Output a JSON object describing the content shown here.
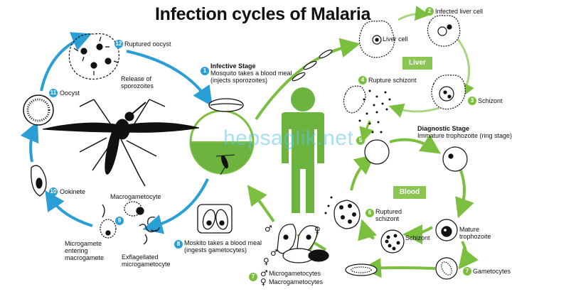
{
  "title": "Infection cycles of Malaria",
  "watermark": "hepsaglik.net",
  "regions": {
    "liver": "Liver",
    "blood": "Blood"
  },
  "colors": {
    "mosquito_cycle": "#2a9fd6",
    "human_cycle": "#7bbf3f",
    "human_figure": "#6db33f",
    "region_tag": "#8bc653"
  },
  "steps": [
    {
      "number": "1",
      "heading": "Infective Stage",
      "text": [
        "Mosquito takes a blood meal",
        "(injects sporozoites)"
      ]
    },
    {
      "number": "2",
      "text": [
        "Infected liver cell"
      ]
    },
    {
      "number": "3",
      "text": [
        "Schizont"
      ]
    },
    {
      "number": "4",
      "text": [
        "Rupture schizont"
      ]
    },
    {
      "number": "5",
      "heading": "Diagnostic Stage",
      "text": [
        "Immature trophozoite (ring stage)"
      ]
    },
    {
      "number": "6",
      "text": [
        "Ruptured",
        "schizont"
      ]
    },
    {
      "number": "7",
      "text": [
        "Gametocytes"
      ]
    },
    {
      "number": "7",
      "text": [
        "Microgametocytes",
        "Macrogametocytes"
      ]
    },
    {
      "number": "8",
      "text": [
        "Moskito takes a blood meal",
        "(ingests gametocytes)"
      ]
    },
    {
      "number": "9",
      "text": [
        "Macrogametocyte"
      ]
    },
    {
      "number": "10",
      "text": [
        "Ookinete"
      ]
    },
    {
      "number": "11",
      "text": [
        "Oocyst"
      ]
    },
    {
      "number": "12",
      "text": [
        "Ruptured oocyst"
      ]
    }
  ],
  "labels": {
    "liver_cell": "Liver cell",
    "release": [
      "Release of",
      "sporozoites"
    ],
    "mature_trophozoite": [
      "Mature",
      "trophozoite"
    ],
    "schizont_blood": "Schizont",
    "microgamete": [
      "Microgamete",
      "entering",
      "macrogamete"
    ],
    "exflagellated": [
      "Exflagellated",
      "microgametocyte"
    ]
  },
  "symbols": {
    "male": "♂",
    "female": "♀"
  }
}
